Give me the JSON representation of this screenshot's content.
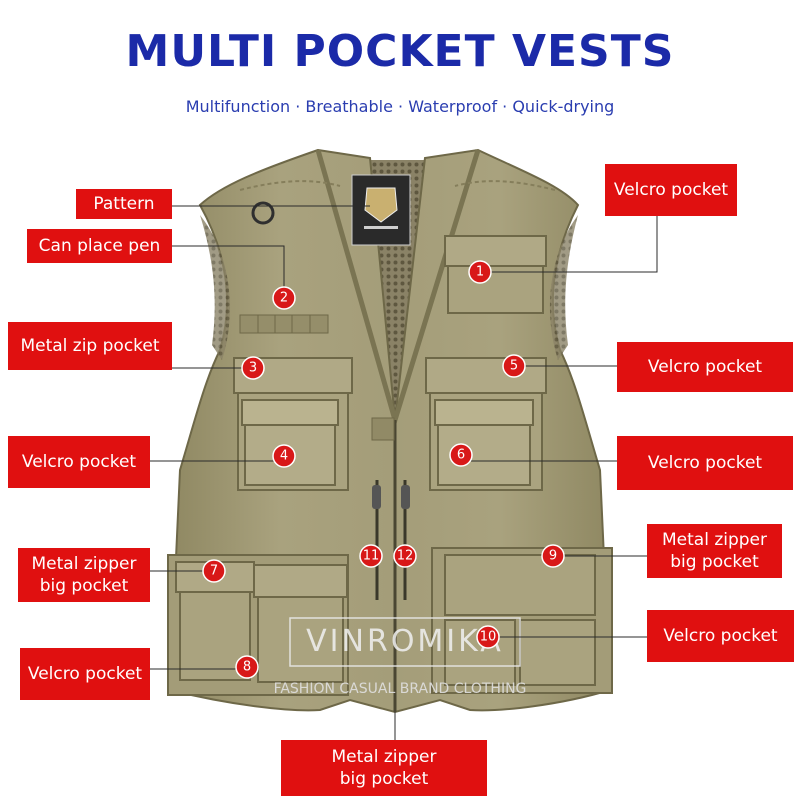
{
  "title": "MULTI POCKET VESTS",
  "subtitle": "Multifunction · Breathable · Waterproof · Quick-drying",
  "watermark": {
    "brand": "VINROMIKA",
    "tagline": "FASHION CASUAL BRAND CLOTHING"
  },
  "colors": {
    "title": "#1b2aa8",
    "label_bg": "#e01010",
    "marker": "#d81818",
    "vest": "#a39c78"
  },
  "callouts": [
    {
      "id": "pattern",
      "text": "Pattern"
    },
    {
      "id": "pen",
      "text": "Can place pen"
    },
    {
      "id": "metal-zip-3",
      "text": "Metal zip pocket"
    },
    {
      "id": "velcro-4",
      "text": "Velcro pocket"
    },
    {
      "id": "zipper-7",
      "line1": "Metal zipper",
      "line2": "big pocket"
    },
    {
      "id": "velcro-8",
      "text": "Velcro pocket"
    },
    {
      "id": "velcro-1",
      "text": "Velcro pocket"
    },
    {
      "id": "velcro-5",
      "text": "Velcro pocket"
    },
    {
      "id": "velcro-6",
      "text": "Velcro pocket"
    },
    {
      "id": "zipper-9",
      "line1": "Metal zipper",
      "line2": "big pocket"
    },
    {
      "id": "velcro-10",
      "text": "Velcro pocket"
    },
    {
      "id": "zipper-bottom",
      "line1": "Metal zipper",
      "line2": "big pocket"
    }
  ],
  "markers": [
    "1",
    "2",
    "3",
    "4",
    "5",
    "6",
    "7",
    "8",
    "9",
    "10",
    "11",
    "12"
  ]
}
